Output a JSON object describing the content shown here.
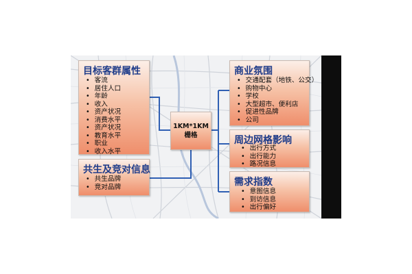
{
  "center": {
    "line1": "1KM*1KM",
    "line2": "栅格"
  },
  "boxes": {
    "target": {
      "title": "目标客群属性",
      "items": [
        "客流",
        "居住人口",
        "年龄",
        "收入",
        "资产状况",
        "消费水平",
        "资产状况",
        "教育水平",
        "职业",
        "收入水平"
      ]
    },
    "competitor": {
      "title": "共生及竞对信息",
      "items": [
        "共生品牌",
        "竞对品牌"
      ]
    },
    "commerce": {
      "title": "商业氛围",
      "items": [
        "交通配套（地铁、公交）",
        "购物中心",
        "学校",
        "大型超市、便利店",
        "促进性品牌",
        "公司"
      ]
    },
    "grid": {
      "title": "周边网格影响",
      "items": [
        "出行方式",
        "出行能力",
        "路况信息"
      ]
    },
    "demand": {
      "title": "需求指数",
      "items": [
        "意图信息",
        "到访信息",
        "出行偏好"
      ]
    }
  },
  "colors": {
    "title_blue": "#1f3c8a",
    "connector_blue": "#2f5fb3",
    "box_orange": "#ef8e6b"
  }
}
